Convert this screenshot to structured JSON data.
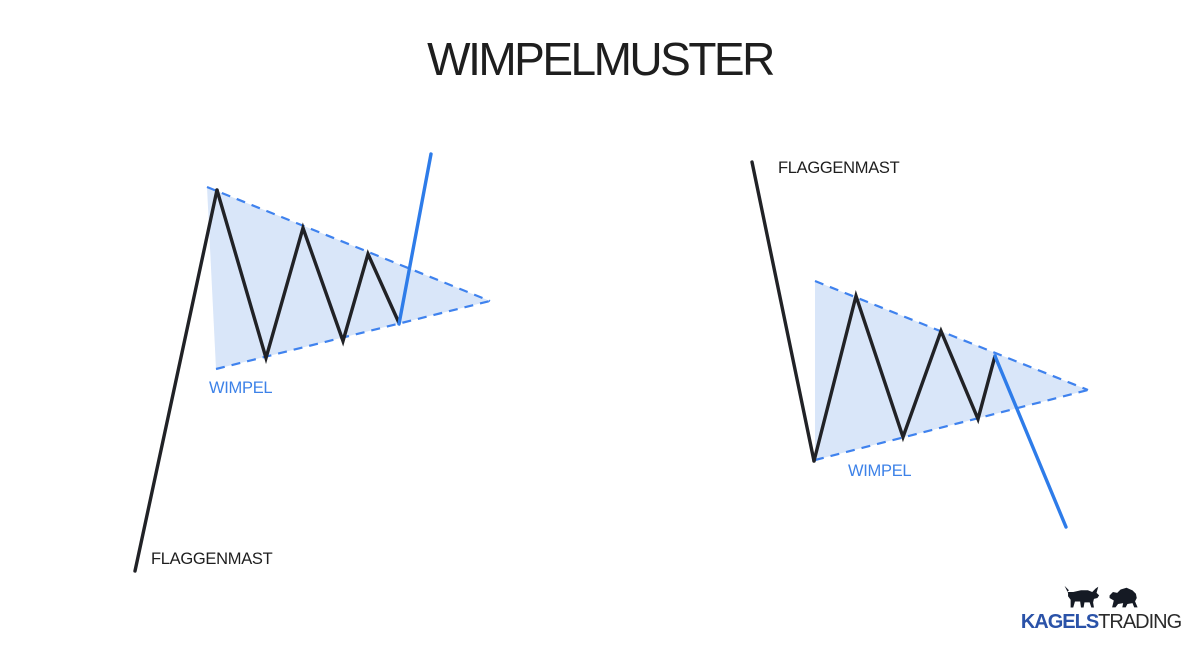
{
  "title": "WIMPELMUSTER",
  "colors": {
    "ink": "#1e1e1e",
    "line_dark": "#212226",
    "pennant_fill": "#d9e6f9",
    "pennant_border": "#3f82ee",
    "breakout_blue": "#2e7ce9",
    "label_blue": "#3d82e8",
    "logo_blue": "#2a52a8",
    "logo_dark": "#2b2b2b",
    "logo_animals": "#151a24"
  },
  "diagrams": {
    "left": {
      "flagpole_label": "FLAGGENMAST",
      "pennant_label": "WIMPEL"
    },
    "right": {
      "flagpole_label": "FLAGGENMAST",
      "pennant_label": "WIMPEL"
    }
  },
  "logo": {
    "name_bold": "KAGELS",
    "name_light": "TRADING",
    "icons": [
      "bull-icon",
      "bear-icon"
    ]
  }
}
